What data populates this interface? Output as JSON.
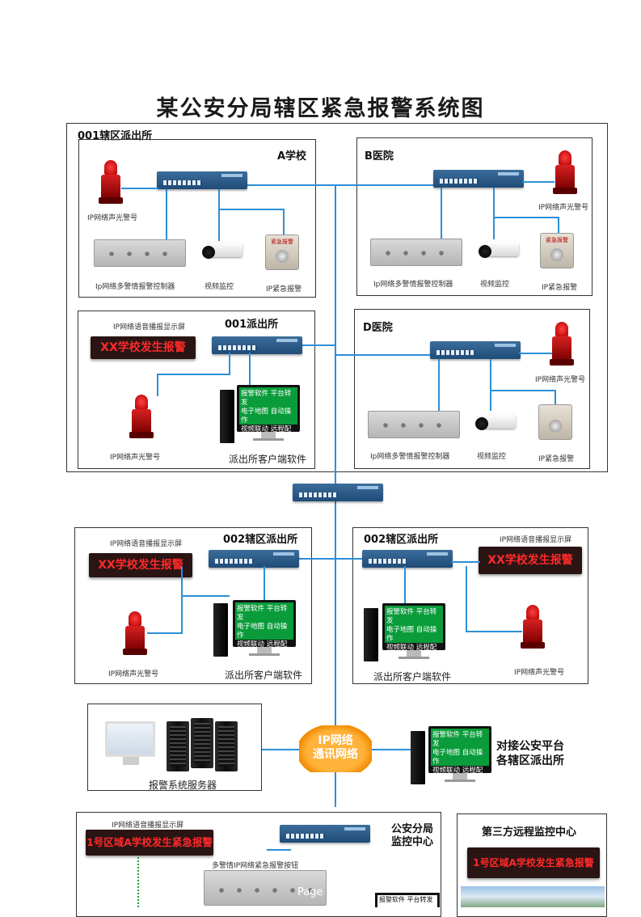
{
  "title": "某公安分局辖区紧急报警系统图",
  "district_001": {
    "label": "001辖区派出所",
    "school_a": {
      "label": "A学校",
      "siren": "IP网络声光警号",
      "controller": "Ip网络多警情报警控制器",
      "camera": "视频监控",
      "button": "IP紧急报警",
      "button_cap": "紧急报警"
    },
    "hospital_b": {
      "label": "B医院",
      "siren": "IP网络声光警号",
      "controller": "Ip网络多警情报警控制器",
      "camera": "视频监控",
      "button": "IP紧急报警",
      "button_cap": "紧急报警"
    },
    "station_001": {
      "label": "001派出所",
      "display_caption": "IP网络语音播报显示屏",
      "display_text": "XX学校发生报警",
      "siren": "IP网络声光警号",
      "screen_lines": [
        "报警软件 平台转发",
        "电子地图 自动操作",
        "视频联动 远程配置"
      ],
      "client": "派出所客户端软件"
    },
    "hospital_d": {
      "label": "D医院",
      "siren": "IP网络声光警号",
      "controller": "Ip网络多警情报警控制器",
      "camera": "视频监控",
      "button": "IP紧急报警"
    }
  },
  "district_002_left": {
    "label": "002辖区派出所",
    "display_caption": "IP网络语音播报显示屏",
    "display_text": "XX学校发生报警",
    "siren": "IP网络声光警号",
    "screen_lines": [
      "报警软件 平台转发",
      "电子地图 自动操作",
      "视频联动 远程配置"
    ],
    "client": "派出所客户端软件"
  },
  "district_002_right": {
    "label": "002辖区派出所",
    "display_caption": "IP网络语音播报显示屏",
    "display_text": "XX学校发生报警",
    "siren": "IP网络声光警号",
    "screen_lines": [
      "报警软件 平台转发",
      "电子地图 自动操作",
      "视频联动 远程配置"
    ],
    "client": "派出所客户端软件"
  },
  "server": {
    "label": "报警系统服务器"
  },
  "network": {
    "cloud_line1": "IP网络",
    "cloud_line2": "通讯网络",
    "platform_line1": "对接公安平台",
    "platform_line2": "各辖区派出所",
    "screen_lines": [
      "报警软件 平台转发",
      "电子地图 自动操作",
      "视频联动 远程配置"
    ]
  },
  "police_center": {
    "label_line1": "公安分局",
    "label_line2": "监控中心",
    "display_caption": "IP网络语音播报显示屏",
    "display_text": "1号区域A学校发生紧急报警",
    "panel_caption": "多警情IP网络紧急报警按钮",
    "screen_partial": "报警软件 平台转发"
  },
  "third_party": {
    "label": "第三方远程监控中心",
    "display_text": "1号区域A学校发生紧急报警"
  },
  "footer": {
    "page": "Page"
  },
  "colors": {
    "line": "#2b8fd6",
    "led_text": "#ff2a2a",
    "screen": "#0a9c3a",
    "cloud": "#f59a10"
  }
}
